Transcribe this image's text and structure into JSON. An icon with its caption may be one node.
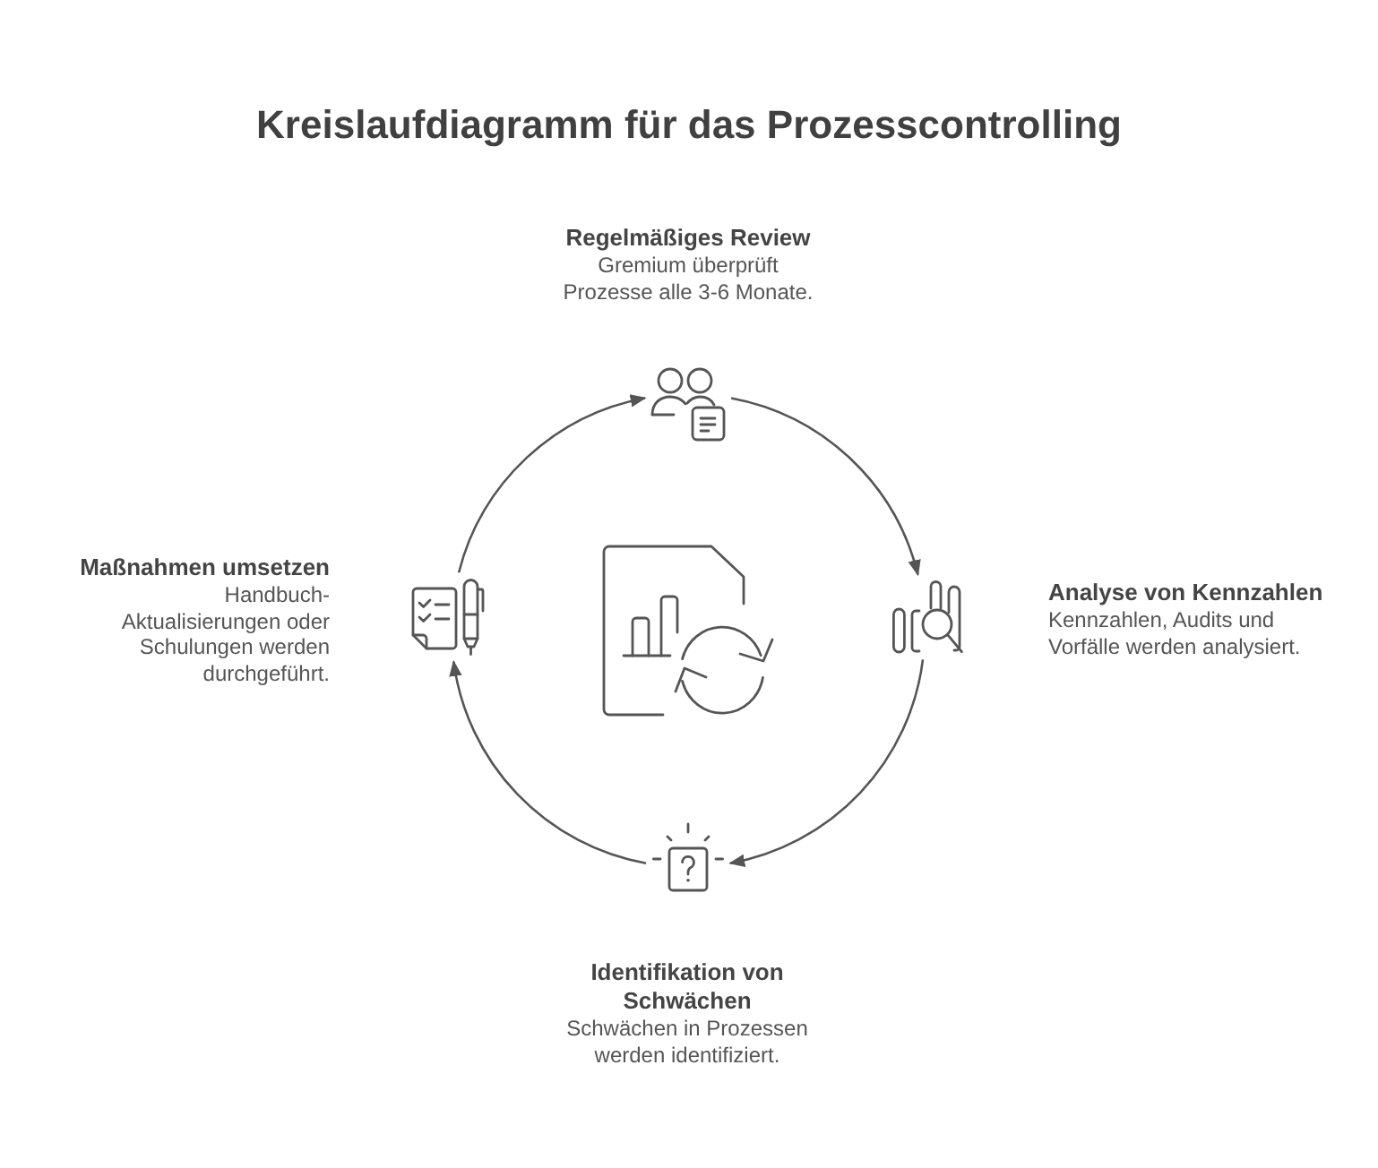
{
  "diagram": {
    "title": "Kreislaufdiagramm für das Prozesscontrolling",
    "nodes": [
      {
        "text": [],
        "shape": "picture",
        "beside": [
          "Regelmäßiges Review",
          "Gremium überprüft Prozesse alle 3-6 Monate."
        ]
      },
      {
        "text": [],
        "shape": "picture",
        "beside": [
          "Analyse von Kennzahlen",
          "Kennzahlen, Audits und Vorfälle werden analysiert."
        ]
      },
      {
        "text": [],
        "shape": "picture",
        "beside": [
          "Identifikation von Schwächen",
          "Schwächen in Prozessen werden identifiziert."
        ]
      },
      {
        "text": [],
        "shape": "picture",
        "beside": [
          "Maßnahmen umsetzen",
          "Handbuch-Aktualisierungen oder Schulungen werden durchgeführt."
        ]
      }
    ],
    "edges": [
      {
        "from": 0,
        "to": 1,
        "arrow": "to"
      },
      {
        "from": 1,
        "to": 2,
        "arrow": "to"
      },
      {
        "from": 2,
        "to": 3,
        "arrow": "to"
      },
      {
        "from": 3,
        "to": 0,
        "arrow": "to"
      }
    ]
  }
}
